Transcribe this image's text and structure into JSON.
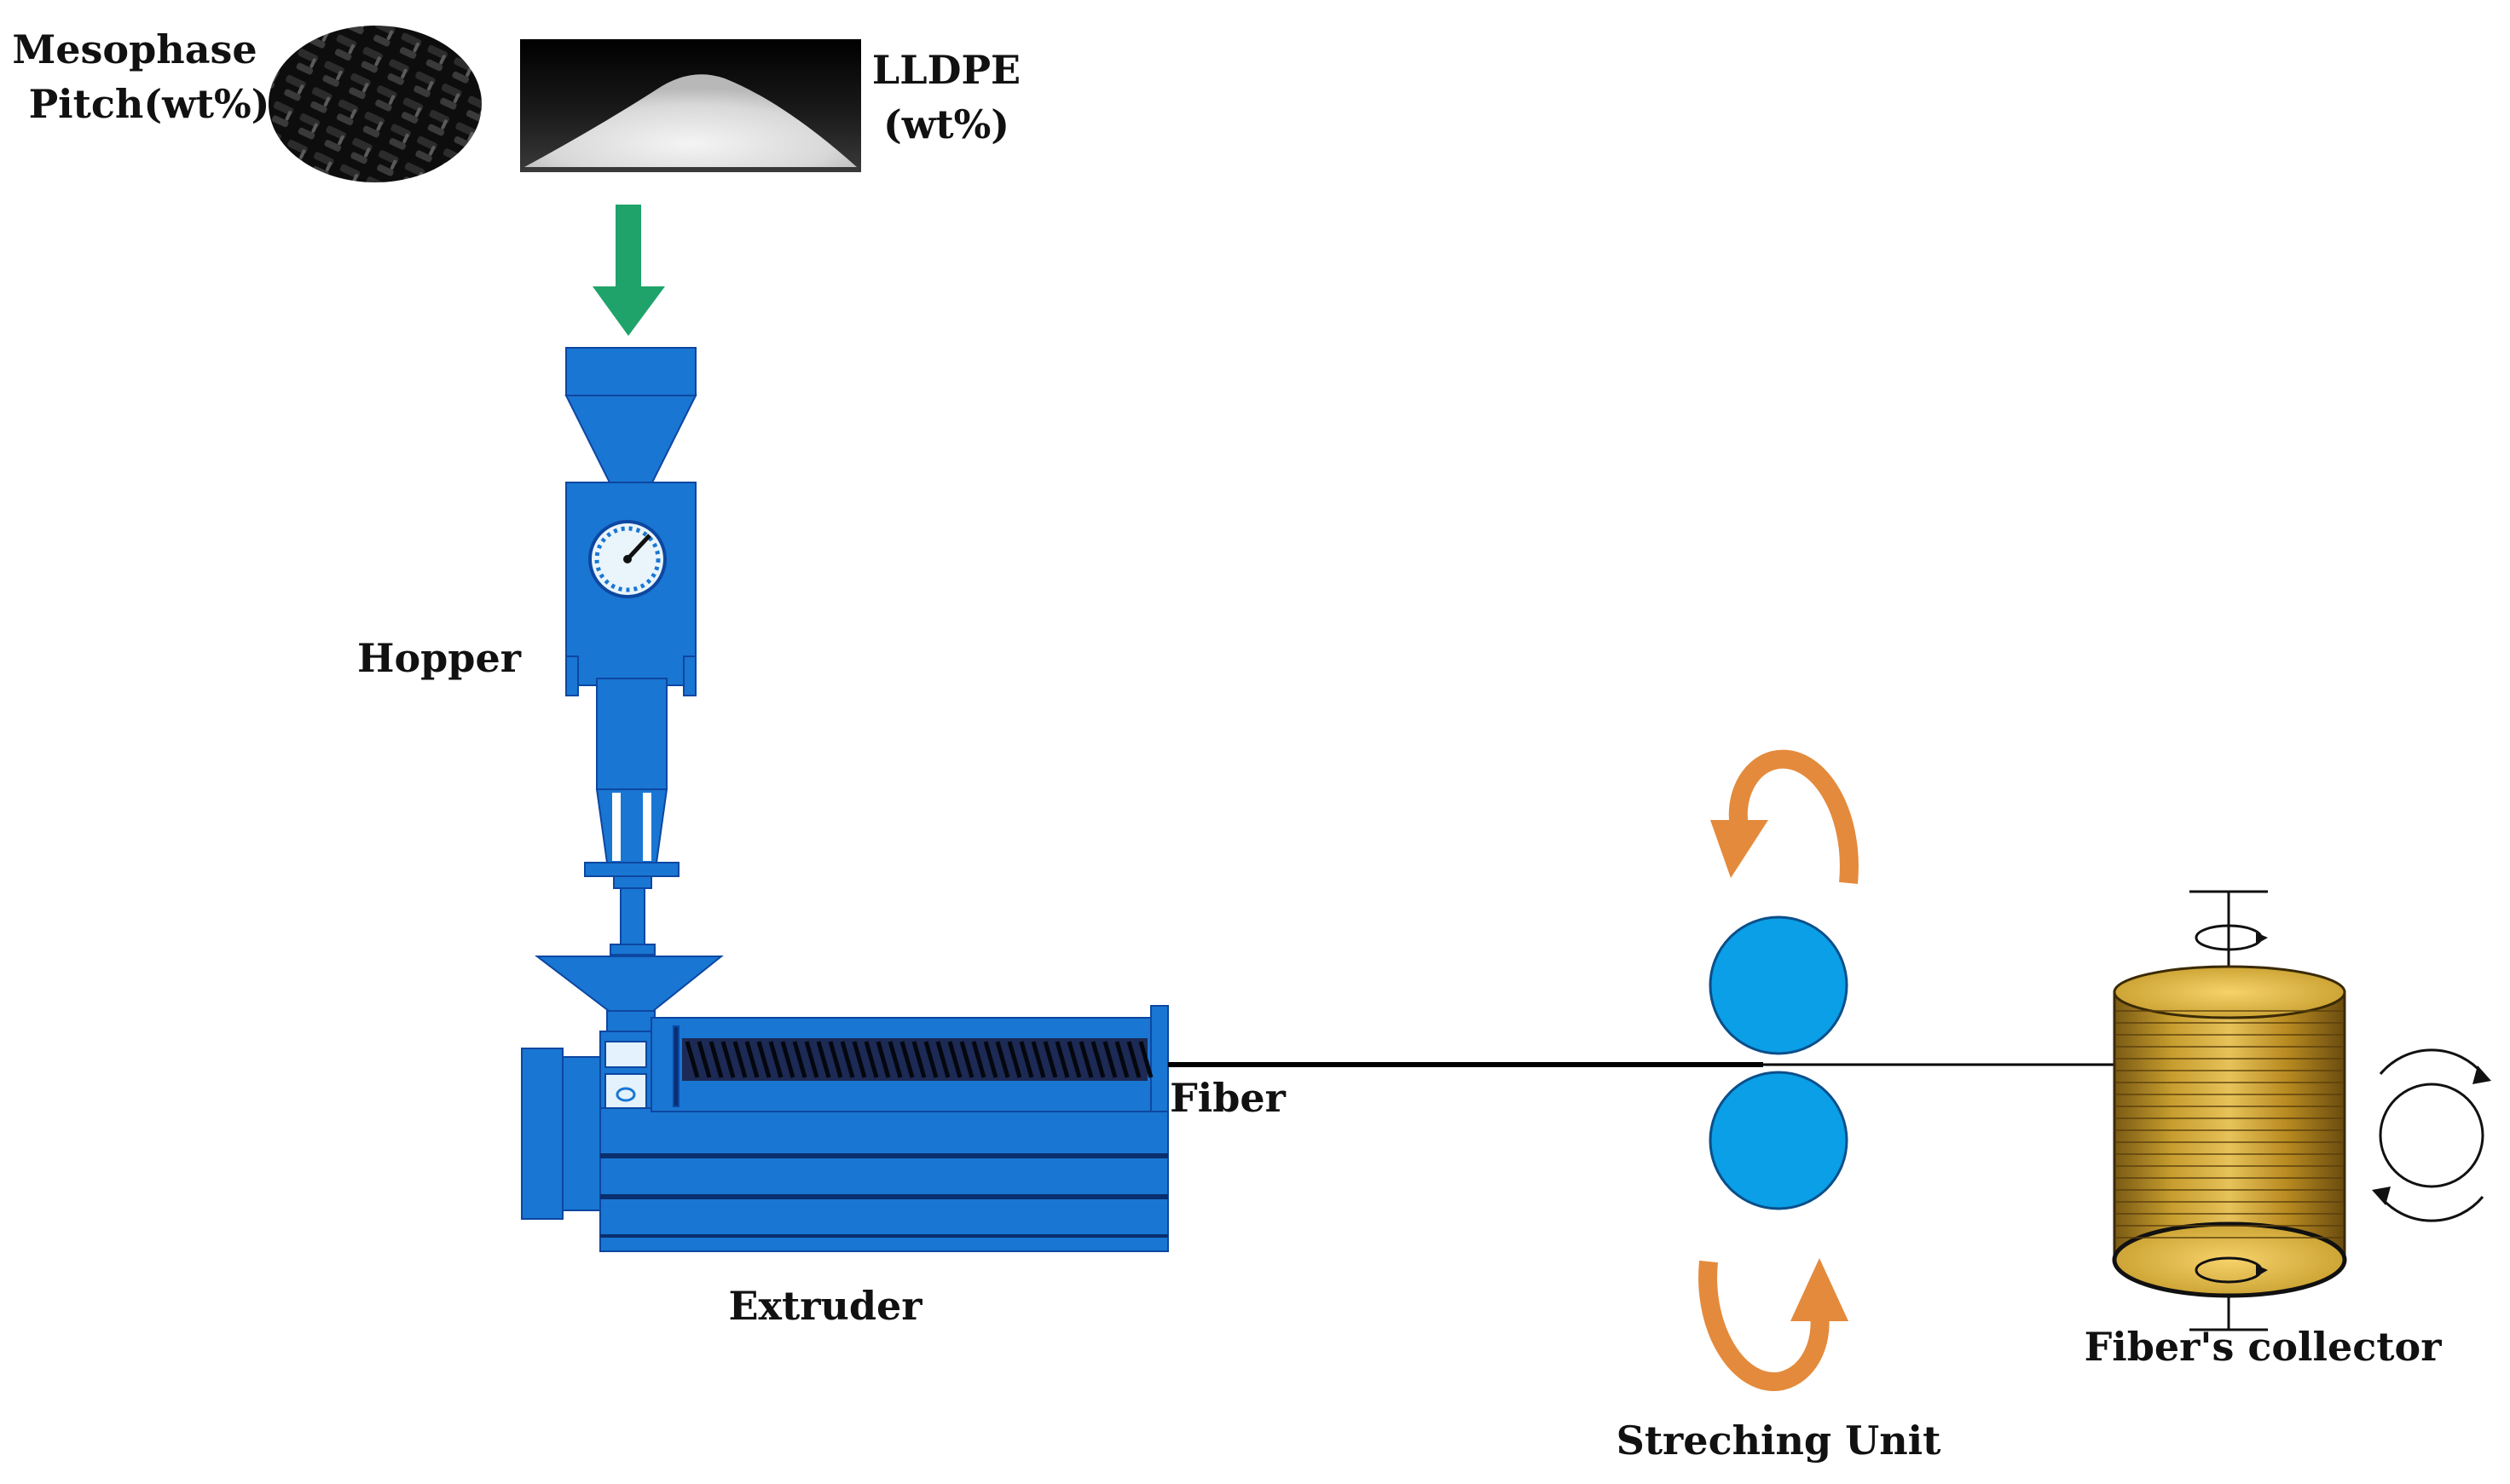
{
  "materials": {
    "mesophase_label_line1": "Mesophase",
    "mesophase_label_line2": "Pitch(wt%)",
    "lldpe_label_line1": "LLDPE",
    "lldpe_label_line2": "(wt%)"
  },
  "labels": {
    "hopper": "Hopper",
    "extruder": "Extruder",
    "fiber": "Fiber",
    "stretching_unit": "Streching Unit",
    "collector": "Fiber's collector"
  },
  "colors": {
    "machine_blue": "#1976d2",
    "roller_blue": "#0a9fe6",
    "feed_arrow_green": "#1fa36a",
    "rotation_arrow_orange": "#e48a3c",
    "collector_gold": "#c8a02a"
  },
  "icons": {
    "feed_arrow": "down-arrow-icon",
    "gauge": "pressure-gauge-icon",
    "roller_rotation": "curved-rotation-arrow-icon",
    "collector_rotation": "circular-rotation-arrow-icon"
  }
}
